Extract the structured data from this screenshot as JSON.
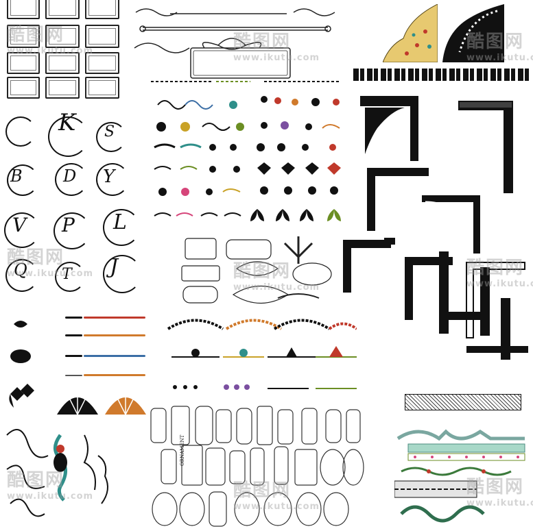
{
  "watermark": {
    "brand": "酷图网",
    "url": "www.ikutu.com"
  },
  "monograms": [
    "K",
    "S",
    "B",
    "D",
    "Y",
    "V",
    "P",
    "L",
    "Q",
    "T",
    "J"
  ],
  "frame_label": "ORNAMENT",
  "colors": {
    "ink": "#111111",
    "gold": "#c9a227",
    "red": "#c0392b",
    "teal": "#2f8f8a",
    "blue": "#3b6ea5",
    "orange": "#d07a2c",
    "green": "#6b8e23",
    "pink": "#d6457a",
    "purple": "#7b4fa0"
  }
}
